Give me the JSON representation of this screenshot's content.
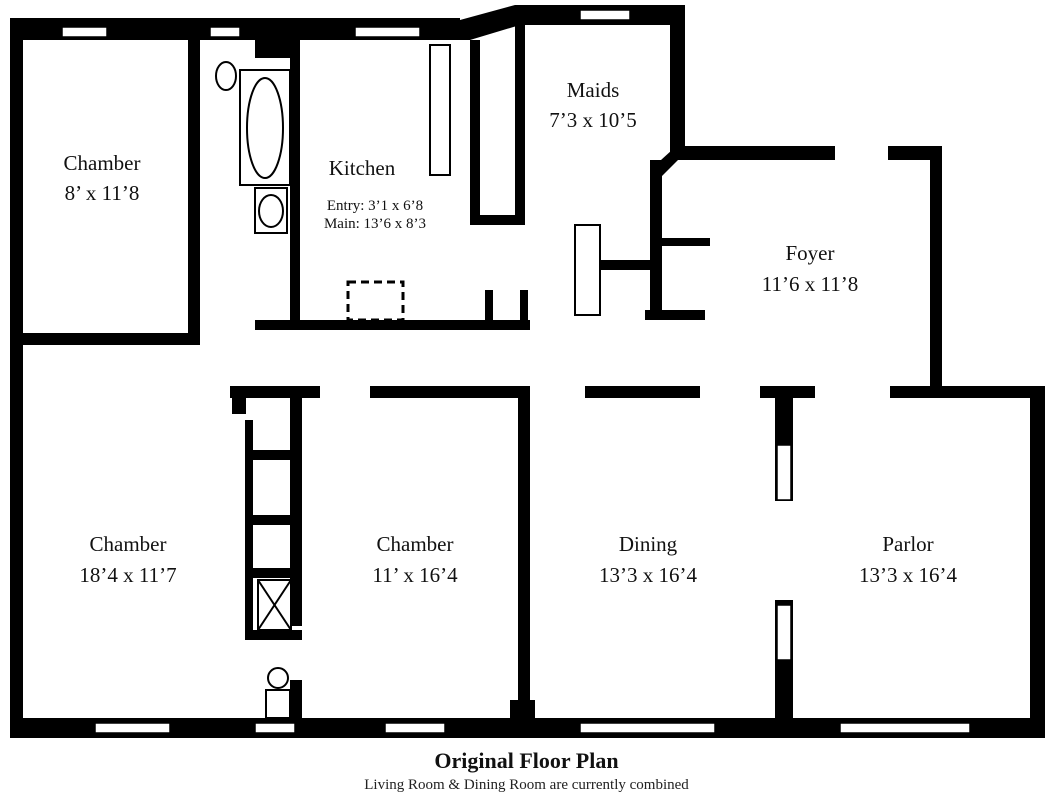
{
  "rooms": [
    {
      "name": "Chamber",
      "size": "8’ x 11’8"
    },
    {
      "name": "Kitchen",
      "entry": "Entry: 3’1 x 6’8",
      "main": "Main: 13’6 x 8’3"
    },
    {
      "name": "Maids",
      "size": "7’3 x 10’5"
    },
    {
      "name": "Foyer",
      "size": "11’6 x 11’8"
    },
    {
      "name": "Chamber",
      "size": "18’4 x 11’7"
    },
    {
      "name": "Chamber",
      "size": "11’ x 16’4"
    },
    {
      "name": "Dining",
      "size": "13’3 x 16’4"
    },
    {
      "name": "Parlor",
      "size": "13’3 x 16’4"
    }
  ],
  "caption": {
    "title": "Original Floor Plan",
    "note": "Living Room & Dining Room are currently combined"
  }
}
